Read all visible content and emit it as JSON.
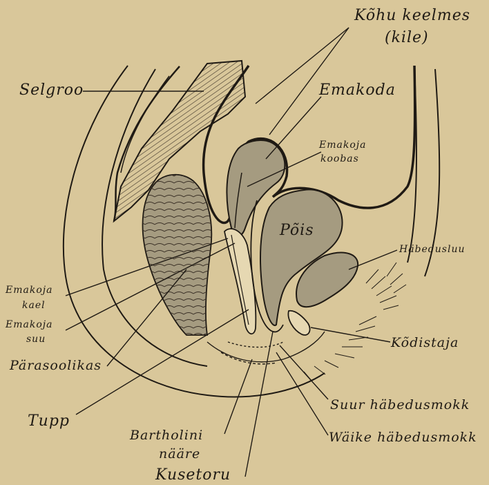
{
  "labels": {
    "kohu_keelmes": "Kõhu keelmes",
    "kile": "(kile)",
    "selgroo": "Selgroo",
    "emakoda": "Emakoda",
    "emakoja_koobas_1": "Emakoja",
    "emakoja_koobas_2": "koobas",
    "pois": "Põis",
    "habedusluu": "Häbedusluu",
    "emakoja_kael_1": "Emakoja",
    "emakoja_kael_2": "kael",
    "emakoja_suu_1": "Emakoja",
    "emakoja_suu_2": "suu",
    "parasoolikas": "Pärasoolikas",
    "kodistaja": "Kõdistaja",
    "suur_habedusmokk": "Suur häbedusmokk",
    "tupp": "Tupp",
    "bartholini_1": "Bartholini",
    "bartholini_2": "nääre",
    "waike_habedusmokk": "Wäike häbedusmokk",
    "kusetoru": "Kusetoru"
  },
  "colors": {
    "paper": "#d9c79a",
    "ink": "#1f1a14",
    "organ_fill": "#a59b80",
    "light_fill": "#e6d8b2"
  }
}
